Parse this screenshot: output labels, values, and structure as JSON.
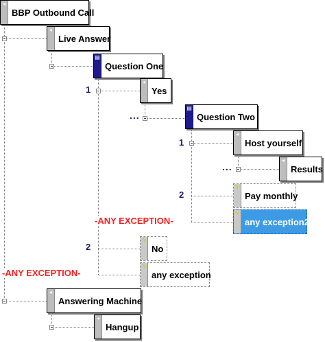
{
  "tree": {
    "root": "BBP Outbound Call",
    "live_answer": "Live Answer",
    "question_one": "Question One",
    "yes": "Yes",
    "question_two": "Question Two",
    "host_yourself": "Host yourself",
    "results": "Results",
    "pay_monthly": "Pay monthly",
    "any_exception2": "any exception2",
    "no": "No",
    "any_exception": "any exception",
    "answering_machine": "Answering Machine",
    "hangup": "Hangup"
  },
  "branches": {
    "q1_branch1": "1",
    "q1_branch2": "2",
    "q2_branch1": "1",
    "q2_branch2": "2",
    "ellipsis_a": "...",
    "ellipsis_b": "..."
  },
  "exceptions": {
    "q1_exception": "-ANY EXCEPTION-",
    "root_exception": "-ANY EXCEPTION-"
  },
  "colors": {
    "selected": "#3d9be6",
    "exception_text": "#ff2020",
    "branch_number": "#1c1c6e",
    "question_bar": "#1c1c8a"
  },
  "icons": {
    "audio": "speaker-icon",
    "question": "question-icon",
    "exception": "lightning-icon"
  }
}
